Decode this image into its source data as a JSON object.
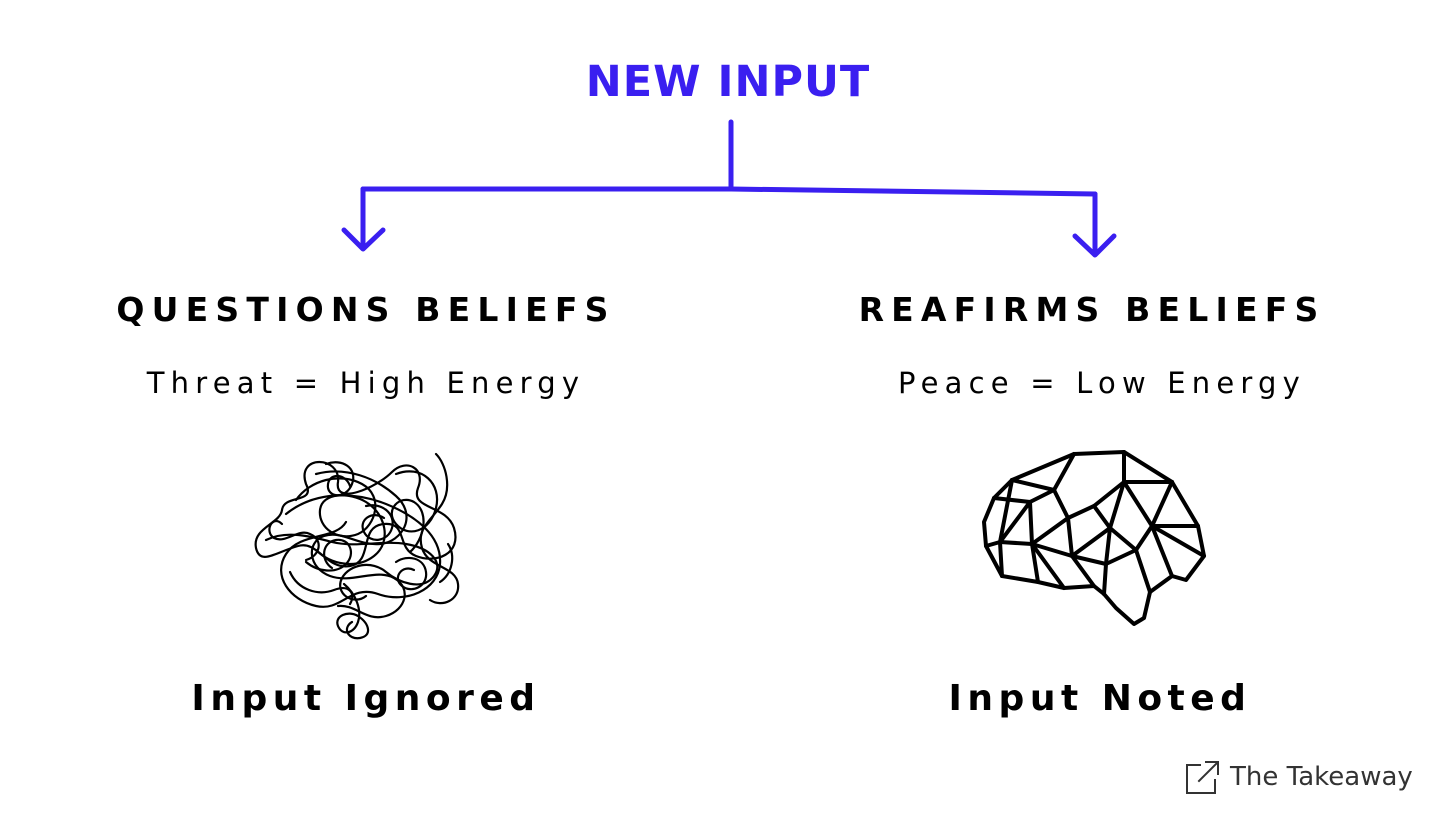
{
  "title": "NEW INPUT",
  "colors": {
    "accent": "#3A1FF0",
    "text": "#000000",
    "brand_text": "#333333"
  },
  "branches": {
    "left": {
      "heading": "QUESTIONS BELIEFS",
      "energy": "Threat = High Energy",
      "illustration": "tangled-scribble",
      "result": "Input Ignored"
    },
    "right": {
      "heading": "REAFIRMS BELIEFS",
      "energy": "Peace = Low Energy",
      "illustration": "geometric-brain",
      "result": "Input Noted"
    }
  },
  "brand": {
    "name": "The Takeaway",
    "icon": "external-link-icon"
  }
}
